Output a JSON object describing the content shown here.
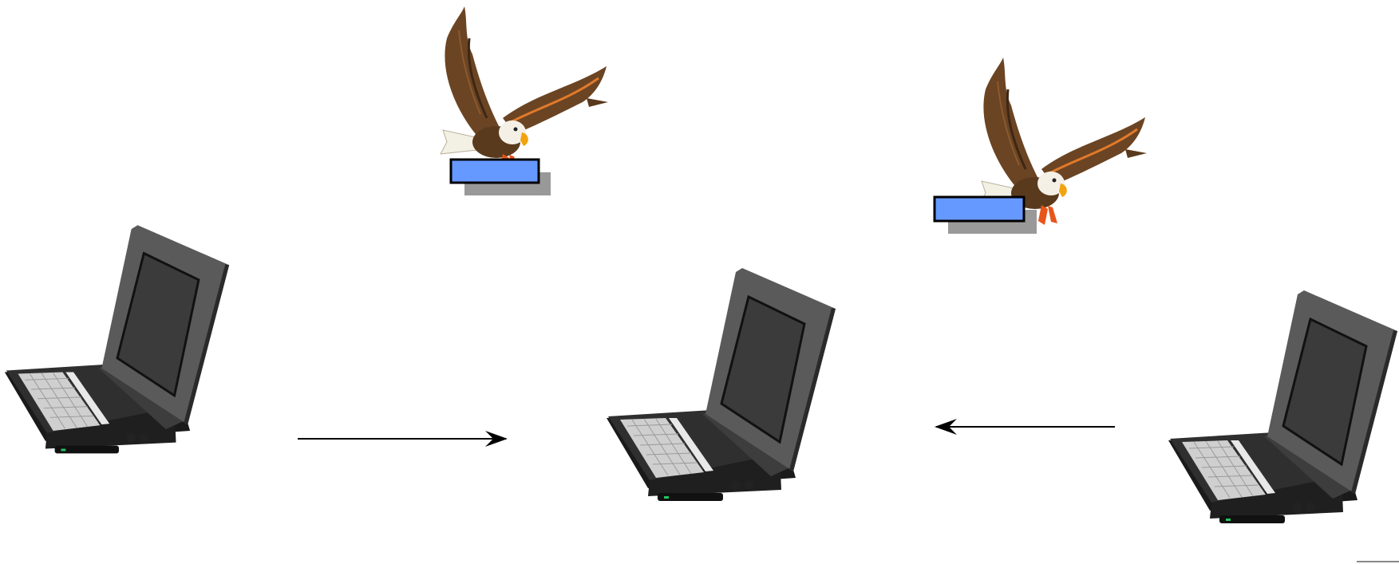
{
  "diagram": {
    "nodes": [
      {
        "id": "laptop-left",
        "kind": "laptop-icon"
      },
      {
        "id": "laptop-center",
        "kind": "laptop-icon"
      },
      {
        "id": "laptop-right",
        "kind": "laptop-icon"
      }
    ],
    "carriers": [
      {
        "id": "eagle-left",
        "kind": "eagle-icon",
        "carries": "packet-box"
      },
      {
        "id": "eagle-right",
        "kind": "eagle-icon",
        "carries": "packet-box"
      }
    ],
    "edges": [
      {
        "from": "laptop-left",
        "to": "laptop-center",
        "direction": "right"
      },
      {
        "from": "laptop-right",
        "to": "laptop-center",
        "direction": "left"
      }
    ]
  },
  "colors": {
    "packet": "#6699ff",
    "packet_shadow": "#999999",
    "laptop_body": "#2b2b2b",
    "laptop_lid": "#555555",
    "screen": "#3a3a3a",
    "keys": "#d8d8d8",
    "eagle_brown": "#6b4423",
    "eagle_head": "#f5f0e6",
    "eagle_beak": "#f2a30f",
    "eagle_talon": "#e8551b",
    "arrow": "#000000"
  }
}
